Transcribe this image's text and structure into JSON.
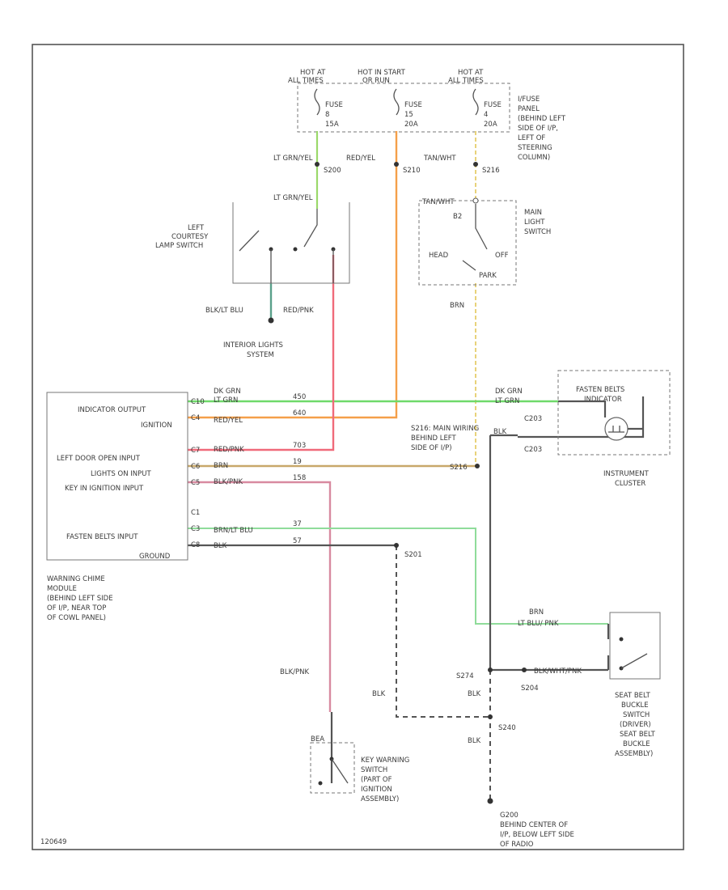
{
  "colors": {
    "lt_grn_yel": "#9bd96b",
    "red_yel": "#f5a04a",
    "tan_wht": "#e8d27a",
    "dk_grn": "#6fd96a",
    "red_pnk": "#f06a7a",
    "brn": "#c8a86a",
    "blk_pnk": "#d88aa0",
    "brn_lt_blu": "#8fdc9a",
    "blk": "#555555",
    "blk_lt_blu": "#5aa08a"
  },
  "fuse_panel": {
    "hot1": [
      "HOT AT",
      "ALL TIMES"
    ],
    "hot2": [
      "HOT IN START",
      "OR RUN"
    ],
    "hot3": [
      "HOT AT",
      "ALL TIMES"
    ],
    "fuse1": [
      "FUSE",
      "8",
      "15A"
    ],
    "fuse2": [
      "FUSE",
      "15",
      "20A"
    ],
    "fuse3": [
      "FUSE",
      "4",
      "20A"
    ],
    "label": [
      "I/FUSE",
      "PANEL",
      "(BEHIND LEFT",
      "SIDE OF I/P,",
      "LEFT OF",
      "STEERING",
      "COLUMN)"
    ]
  },
  "wires": {
    "lt_grn_yel": "LT GRN/YEL",
    "red_yel": "RED/YEL",
    "tan_wht": "TAN/WHT",
    "s200": "S200",
    "s210": "S210",
    "s216": "S216",
    "blk_lt_blu": "BLK/LT BLU",
    "red_pnk": "RED/PNK",
    "brn": "BRN",
    "dk_grn": "DK GRN",
    "lt_grn": "LT GRN",
    "blk_pnk": "BLK/PNK",
    "brn_lt_blu": "BRN/LT BLU",
    "blk": "BLK",
    "blk_pnk2": "BLK/PNK",
    "brn2": "BRN",
    "lt_blu_pnk": "LT BLU/ PNK",
    "blk2": "BLK",
    "blk_wht_pnk": "BLK/WHT/PNK"
  },
  "courtesy": {
    "wire": "LT GRN/YEL",
    "label": [
      "LEFT",
      "COURTESY",
      "LAMP SWITCH"
    ]
  },
  "headlamp": {
    "wire": "TAN/WHT",
    "num": "B2",
    "head": "HEAD",
    "off": "OFF",
    "park": "PARK",
    "label": [
      "MAIN",
      "LIGHT",
      "SWITCH"
    ]
  },
  "interior": {
    "label": [
      "INTERIOR LIGHTS",
      "SYSTEM"
    ]
  },
  "module": {
    "labels": [
      "INDICATOR OUTPUT",
      "IGNITION",
      "LEFT DOOR OPEN INPUT",
      "LIGHTS ON INPUT",
      "KEY IN IGNITION INPUT",
      "FASTEN BELTS INPUT",
      "GROUND"
    ],
    "pins": [
      "C10",
      "C4",
      "C7",
      "C6",
      "C5",
      "C1",
      "C3",
      "C8"
    ],
    "circuits": [
      "450",
      "640",
      "703",
      "19",
      "158",
      "37",
      "57"
    ],
    "name": [
      "WARNING CHIME",
      "MODULE",
      "(BEHIND LEFT SIDE",
      "OF I/P, NEAR TOP",
      "OF COWL PANEL)"
    ]
  },
  "splice": {
    "label": [
      "S216: MAIN WIRING",
      "BEHIND LEFT",
      "SIDE OF I/P)"
    ],
    "s216b": "S216",
    "s201": "S201",
    "s274": "S274",
    "s204": "S204",
    "s240": "S240"
  },
  "cluster": {
    "title": [
      "FASTEN BELTS",
      "INDICATOR"
    ],
    "c203a": "C203",
    "c203b": "C203",
    "label": [
      "INSTRUMENT",
      "CLUSTER"
    ]
  },
  "seatbelt": {
    "label": [
      "SEAT BELT",
      "BUCKLE",
      "SWITCH",
      "(DRIVER)",
      "SEAT BELT",
      "BUCKLE",
      "ASSEMBLY)"
    ]
  },
  "key_switch": {
    "num": "BEA",
    "label": [
      "KEY WARNING",
      "SWITCH",
      "(PART OF",
      "IGNITION",
      "ASSEMBLY)"
    ]
  },
  "ground": {
    "label": [
      "G200",
      "BEHIND CENTER OF",
      "I/P, BELOW LEFT SIDE",
      "OF RADIO"
    ]
  },
  "ref": "120649"
}
